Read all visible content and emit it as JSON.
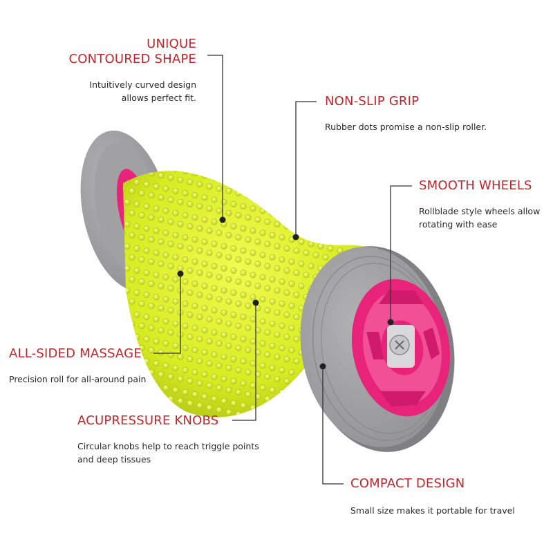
{
  "colors": {
    "title_red": "#c0262b",
    "body_text": "#2a2a2a",
    "roller_yellow": "#dcef2a",
    "wheel_gray": "#9a9a9c",
    "hub_pink": "#e8247a"
  },
  "features": {
    "unique": {
      "title_line1": "UNIQUE",
      "title_line2": "CONTOURED SHAPE",
      "desc_line1": "Intuitively curved design",
      "desc_line2": "allows perfect fit."
    },
    "nonslip": {
      "title": "NON-SLIP GRIP",
      "desc": "Rubber dots promise a non-slip roller."
    },
    "smooth": {
      "title": "SMOOTH WHEELS",
      "desc_line1": "Rollblade style wheels allow",
      "desc_line2": "rotating with ease"
    },
    "allsided": {
      "title": "ALL-SIDED MASSAGE",
      "desc": "Precision roll for all-around pain"
    },
    "acupressure": {
      "title": "ACUPRESSURE KNOBS",
      "desc_line1": "Circular knobs help to reach triggle points",
      "desc_line2": "and deep tissues"
    },
    "compact": {
      "title": "COMPACT DESIGN",
      "desc": "Small size makes it portable for travel"
    }
  }
}
